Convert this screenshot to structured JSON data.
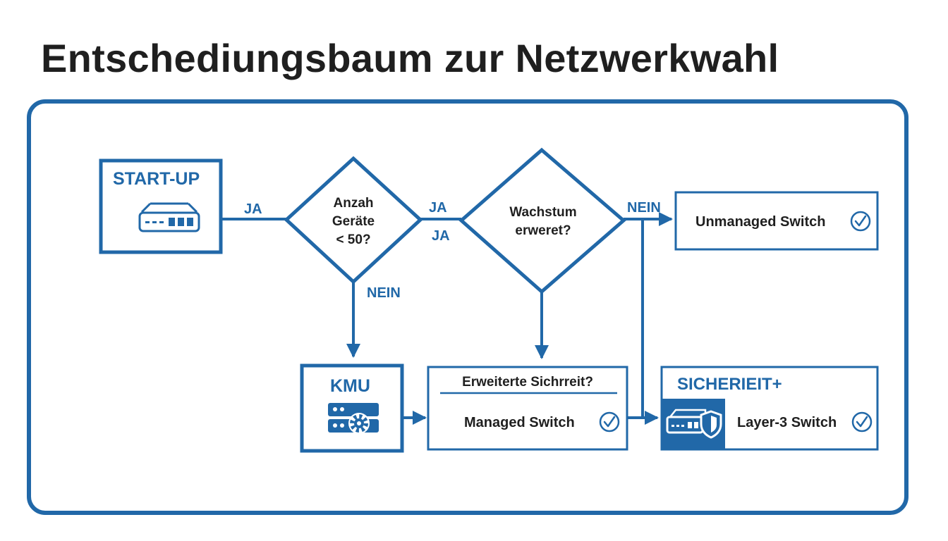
{
  "title": "Entschediungsbaum zur Netzwerkwahl",
  "colors": {
    "accent": "#2168a8",
    "text": "#1f1f1f",
    "background": "#ffffff"
  },
  "nodes": {
    "startup": {
      "title": "START-UP",
      "icon": "network-switch-icon"
    },
    "q1": {
      "line1": "Anzah",
      "line2": "Geräte",
      "line3": "< 50?"
    },
    "q2": {
      "line1": "Wachstum",
      "line2": "erweret?"
    },
    "unmanaged": {
      "label": "Unmanaged Switch",
      "icon": "check-circle-icon"
    },
    "kmu": {
      "title": "KMU",
      "icon": "server-gear-icon"
    },
    "managed": {
      "question": "Erweiterte Sichrreit?",
      "label": "Managed Switch",
      "icon": "check-circle-icon"
    },
    "layer3": {
      "title": "SICHERIEIT+",
      "label": "Layer-3 Switch",
      "icons": [
        "switch-shield-icon",
        "check-circle-icon"
      ]
    }
  },
  "edges": {
    "startup_q1": "JA",
    "q1_q2_top": "JA",
    "q1_q2_bottom": "JA",
    "q1_kmu": "NEIN",
    "q2_unmanaged": "NEIN"
  }
}
